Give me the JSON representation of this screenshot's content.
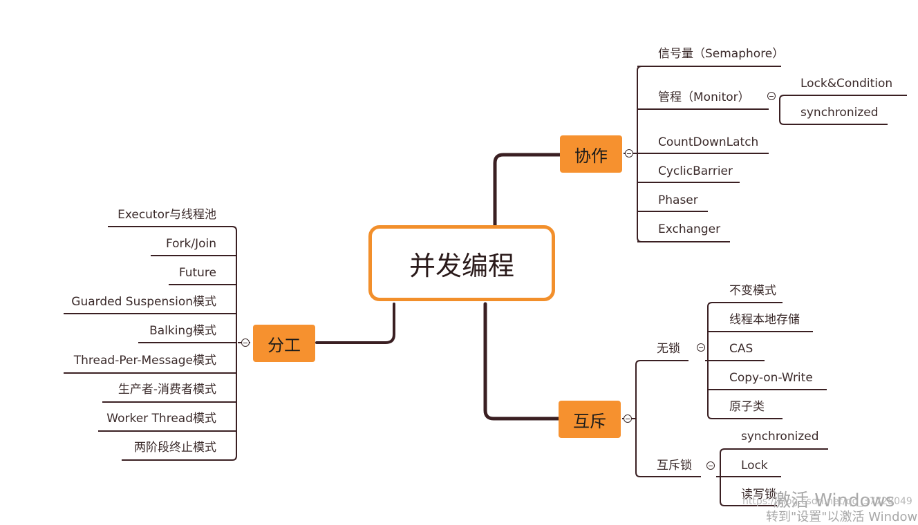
{
  "center": "并发编程",
  "nodes": {
    "fengong": "分工",
    "xiezuo": "协作",
    "huchi": "互斥"
  },
  "fengong_items": [
    "Executor与线程池",
    "Fork/Join",
    "Future",
    "Guarded Suspension模式",
    "Balking模式",
    "Thread-Per-Message模式",
    "生产者-消费者模式",
    "Worker Thread模式",
    "两阶段终止模式"
  ],
  "xiezuo_items": [
    "信号量（Semaphore）",
    "管程（Monitor）",
    "CountDownLatch",
    "CyclicBarrier",
    "Phaser",
    "Exchanger"
  ],
  "monitor_items": [
    "Lock&Condition",
    "synchronized"
  ],
  "huchi_items": [
    "无锁",
    "互斥锁"
  ],
  "wusuo_items": [
    "不变模式",
    "线程本地存储",
    "CAS",
    "Copy-on-Write",
    "原子类"
  ],
  "huchisuo_items": [
    "synchronized",
    "Lock",
    "读写锁"
  ],
  "watermark": {
    "line1": "激活 Windows",
    "line2": "转到\"设置\"以激活 Windows",
    "url": "https://blog.csdn.net/qq_37728049"
  },
  "colors": {
    "accent": "#f6912f",
    "center_border": "#f28f2b",
    "line": "#3a2a2a"
  }
}
